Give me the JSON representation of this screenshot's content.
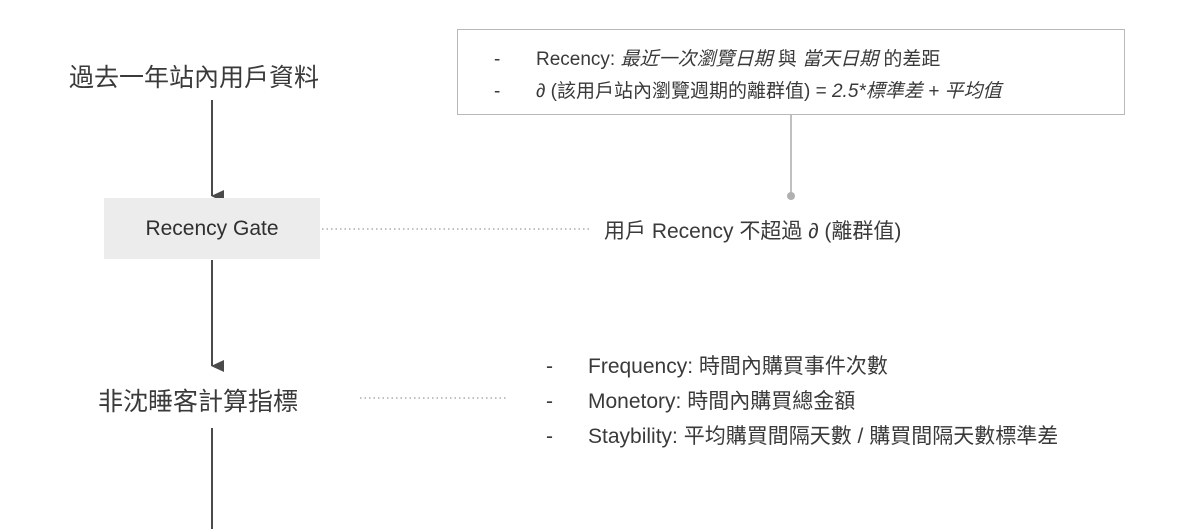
{
  "steps": {
    "source": "過去一年站內用戶資料",
    "gate": "Recency Gate",
    "metrics_step": "非沈睡客計算指標"
  },
  "definition_note": {
    "line1": {
      "dash": "-",
      "term": "Recency: ",
      "part1": "最近一次瀏覽日期",
      "conj": " 與 ",
      "part2": "當天日期",
      "tail": " 的差距"
    },
    "line2": {
      "dash": "-",
      "plain": "∂ (該用戶站內瀏覽週期的離群值) = ",
      "formula": "2.5*標準差 + 平均值"
    }
  },
  "gate_condition": "用戶 Recency 不超過 ∂ (離群值)",
  "metrics": [
    {
      "dash": "-",
      "text": "Frequency: 時間內購買事件次數"
    },
    {
      "dash": "-",
      "text": "Monetory: 時間內購買總金額"
    },
    {
      "dash": "-",
      "text": "Staybility: 平均購買間隔天數 / 購買間隔天數標準差"
    }
  ],
  "colors": {
    "arrow": "#4a4a4a",
    "dotted_line": "#9a9a9a",
    "gate_fill": "#ececec",
    "note_border": "#b9b9b9"
  }
}
